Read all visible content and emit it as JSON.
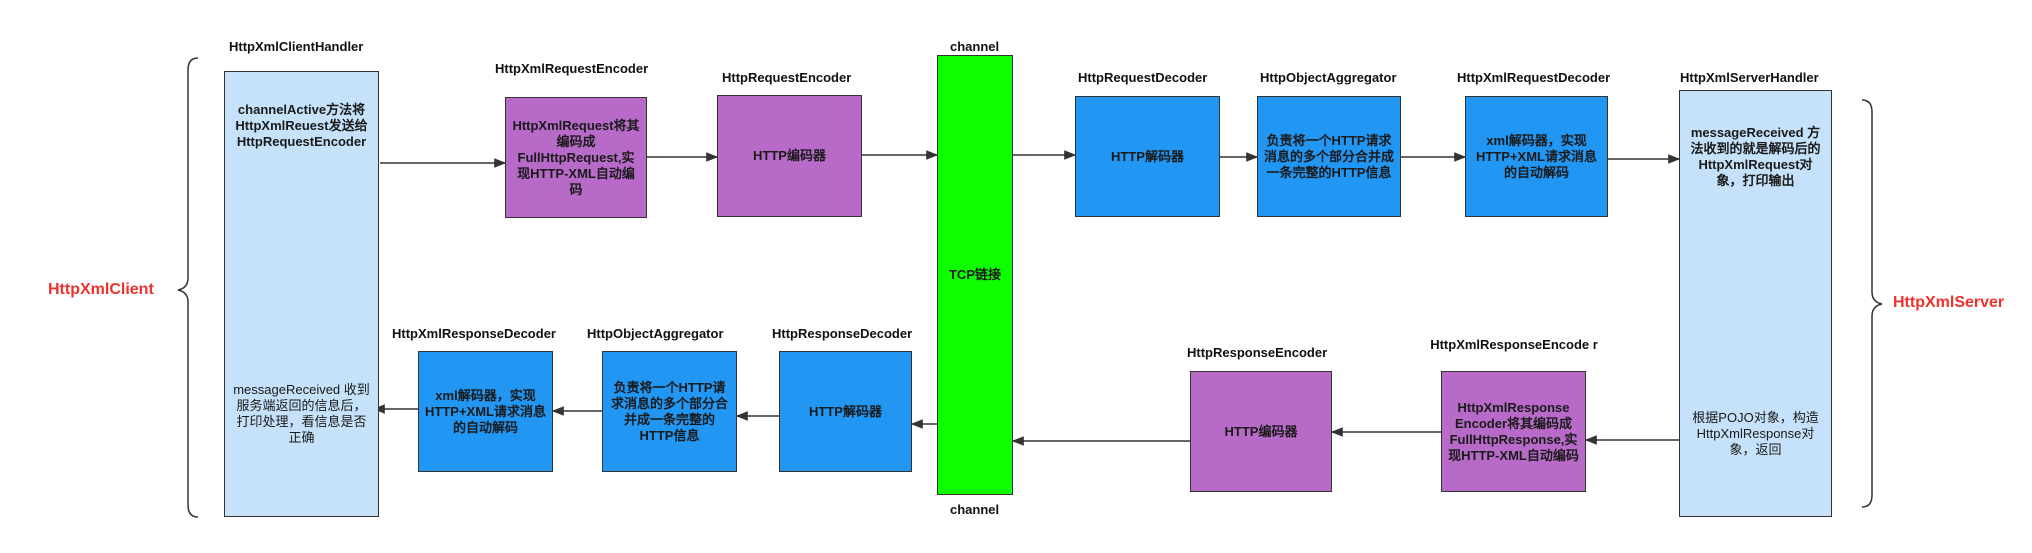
{
  "colors": {
    "light_blue": "#c5e2fa",
    "purple": "#b86ac8",
    "blue": "#2196f3",
    "green": "#0fff00",
    "red_label": "#f0322e",
    "stroke": "#333333"
  },
  "side_labels": {
    "client": "HttpXmlClient",
    "server": "HttpXmlServer"
  },
  "channel": {
    "top_label": "channel",
    "bottom_label": "channel",
    "text": "TCP链接"
  },
  "client_handler": {
    "title": "HttpXmlClientHandler",
    "top_text": "channelActive方法将HttpXmlReuest发送给HttpRequestEncoder",
    "bottom_text": "messageReceived 收到服务端返回的信息后，打印处理，看信息是否正确"
  },
  "server_handler": {
    "title": "HttpXmlServerHandler",
    "top_text": "messageReceived 方法收到的就是解码后的HttpXmlRequest对象，打印输出",
    "bottom_text": "根据POJO对象，构造HttpXmlResponse对象，返回"
  },
  "client_request_encoders": [
    {
      "title": "HttpXmlRequestEncoder",
      "text": "HttpXmlRequest将其编码成FullHttpRequest,实现HTTP-XML自动编码"
    },
    {
      "title": "HttpRequestEncoder",
      "text": "HTTP编码器"
    }
  ],
  "server_request_decoders": [
    {
      "title": "HttpRequestDecoder",
      "text": "HTTP解码器"
    },
    {
      "title": "HttpObjectAggregator",
      "text": "负责将一个HTTP请求消息的多个部分合并成一条完整的HTTP信息"
    },
    {
      "title": "HttpXmlRequestDecoder",
      "text": "xml解码器，实现HTTP+XML请求消息的自动解码"
    }
  ],
  "client_response_decoders": [
    {
      "title": "HttpXmlResponseDecoder",
      "text": "xml解码器，实现HTTP+XML请求消息的自动解码"
    },
    {
      "title": "HttpObjectAggregator",
      "text": "负责将一个HTTP请求消息的多个部分合并成一条完整的HTTP信息"
    },
    {
      "title": "HttpResponseDecoder",
      "text": "HTTP解码器"
    }
  ],
  "server_response_encoders": [
    {
      "title": "HttpResponseEncoder",
      "text": "HTTP编码器"
    },
    {
      "title": "HttpXmlResponseEncoder",
      "title_wrapped": "HttpXmlResponseEncode r",
      "text": "HttpXmlResponse Encoder将其编码成FullHttpResponse,实现HTTP-XML自动编码"
    }
  ]
}
